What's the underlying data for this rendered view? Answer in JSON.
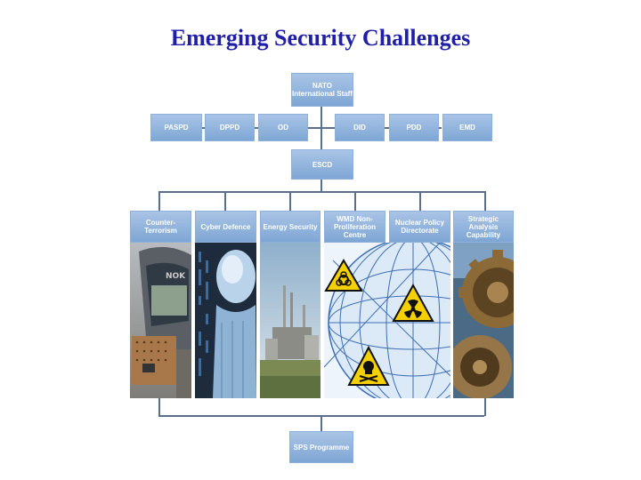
{
  "title": "Emerging Security Challenges",
  "top_box": "NATO International Staff",
  "divisions": [
    "PASPD",
    "DPPD",
    "OD",
    "DID",
    "PDD",
    "EMD"
  ],
  "escd": "ESCD",
  "units": [
    "Counter-Terrorism",
    "Cyber Defence",
    "Energy Security",
    "WMD Non-Proliferation Centre",
    "Nuclear Policy Directorate",
    "Strategic Analysis Capability"
  ],
  "sps": "SPS Programme",
  "photo_text": "NOK",
  "colors": {
    "title": "#1f1fa8",
    "box_top": "#a9c4e6",
    "box_bottom": "#7ea6d4",
    "connector": "#5a6f8c",
    "hazard": "#f5d000"
  },
  "icons": [
    "biohazard-icon",
    "radiation-icon",
    "skull-crossbones-icon"
  ]
}
